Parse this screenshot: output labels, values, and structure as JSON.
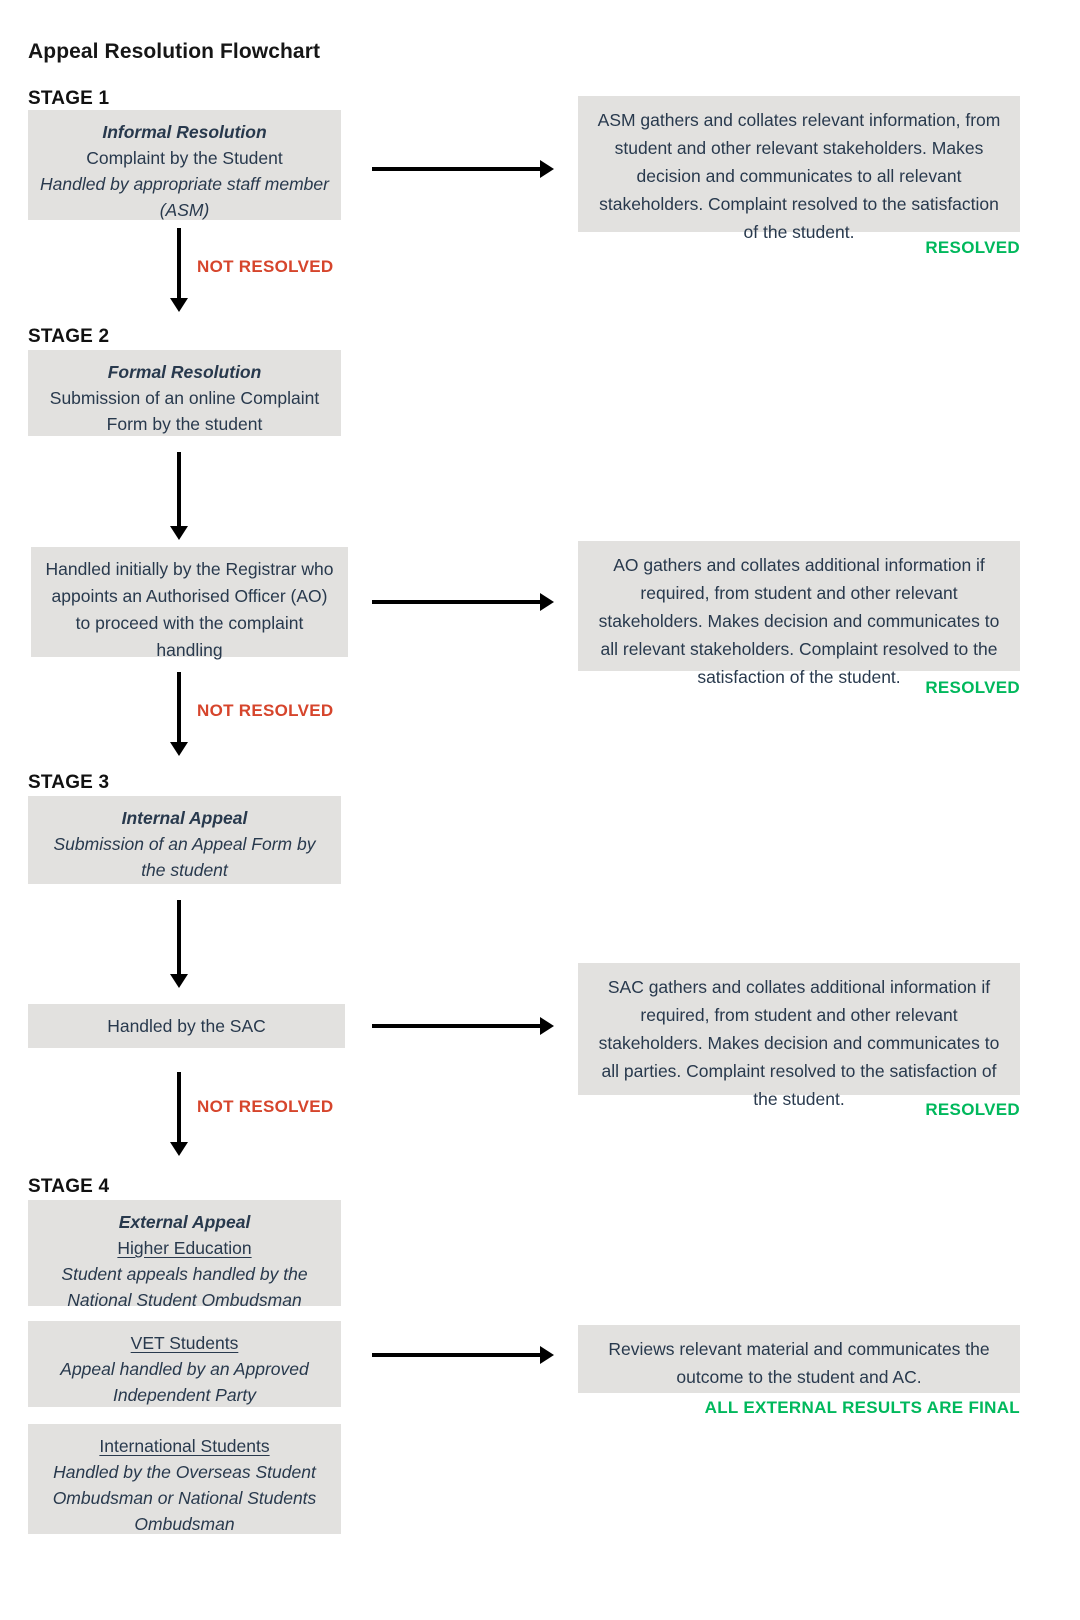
{
  "document": {
    "title": "Appeal Resolution Flowchart"
  },
  "colors": {
    "box_fill": "#e2e1df",
    "text": "#28394d",
    "not_resolved": "#d6452c",
    "resolved": "#00b85c",
    "arrow": "#000000",
    "background": "#ffffff"
  },
  "stages": [
    {
      "label": "STAGE 1",
      "left_box": {
        "heading": "Informal Resolution",
        "line2": "Complaint by the Student",
        "line3": "Handled by appropriate staff member (ASM)"
      },
      "right_box": {
        "text": "ASM gathers and collates relevant information, from student and other relevant stakeholders. Makes decision and communicates to all relevant stakeholders. Complaint resolved to the satisfaction of the student."
      },
      "outcome": "RESOLVED",
      "transition": "NOT RESOLVED"
    },
    {
      "label": "STAGE 2",
      "left_box": {
        "heading": "Formal Resolution",
        "line2": "Submission of an online Complaint Form by the student"
      },
      "second_box": {
        "text": "Handled initially by the Registrar who appoints an Authorised Officer (AO) to proceed with the complaint handling"
      },
      "right_box": {
        "text": "AO gathers and collates additional information if required, from student and other relevant stakeholders. Makes decision and communicates to all relevant stakeholders. Complaint resolved to the satisfaction of the student."
      },
      "outcome": "RESOLVED",
      "transition": "NOT RESOLVED"
    },
    {
      "label": "STAGE 3",
      "left_box": {
        "heading": "Internal Appeal",
        "line2": "Submission of an Appeal Form by the student"
      },
      "second_box": {
        "text": "Handled by the SAC"
      },
      "right_box": {
        "text": "SAC gathers and collates additional information if required, from student and other relevant stakeholders. Makes decision and communicates to all parties. Complaint resolved to the satisfaction of the student."
      },
      "outcome": "RESOLVED",
      "transition": "NOT RESOLVED"
    },
    {
      "label": "STAGE 4",
      "box_higher_ed": {
        "heading": "External Appeal",
        "subheading": "Higher Education ",
        "body": "Student appeals handled by the National Student Ombudsman"
      },
      "box_vet": {
        "subheading": "VET Students ",
        "body": "Appeal handled by an Approved Independent Party"
      },
      "box_international": {
        "subheading": "International Students",
        "body": "Handled by the Overseas Student Ombudsman or National Students Ombudsman"
      },
      "right_box": {
        "text": "Reviews relevant material and communicates the outcome to the student and AC."
      },
      "outcome": "ALL EXTERNAL RESULTS ARE FINAL"
    }
  ]
}
